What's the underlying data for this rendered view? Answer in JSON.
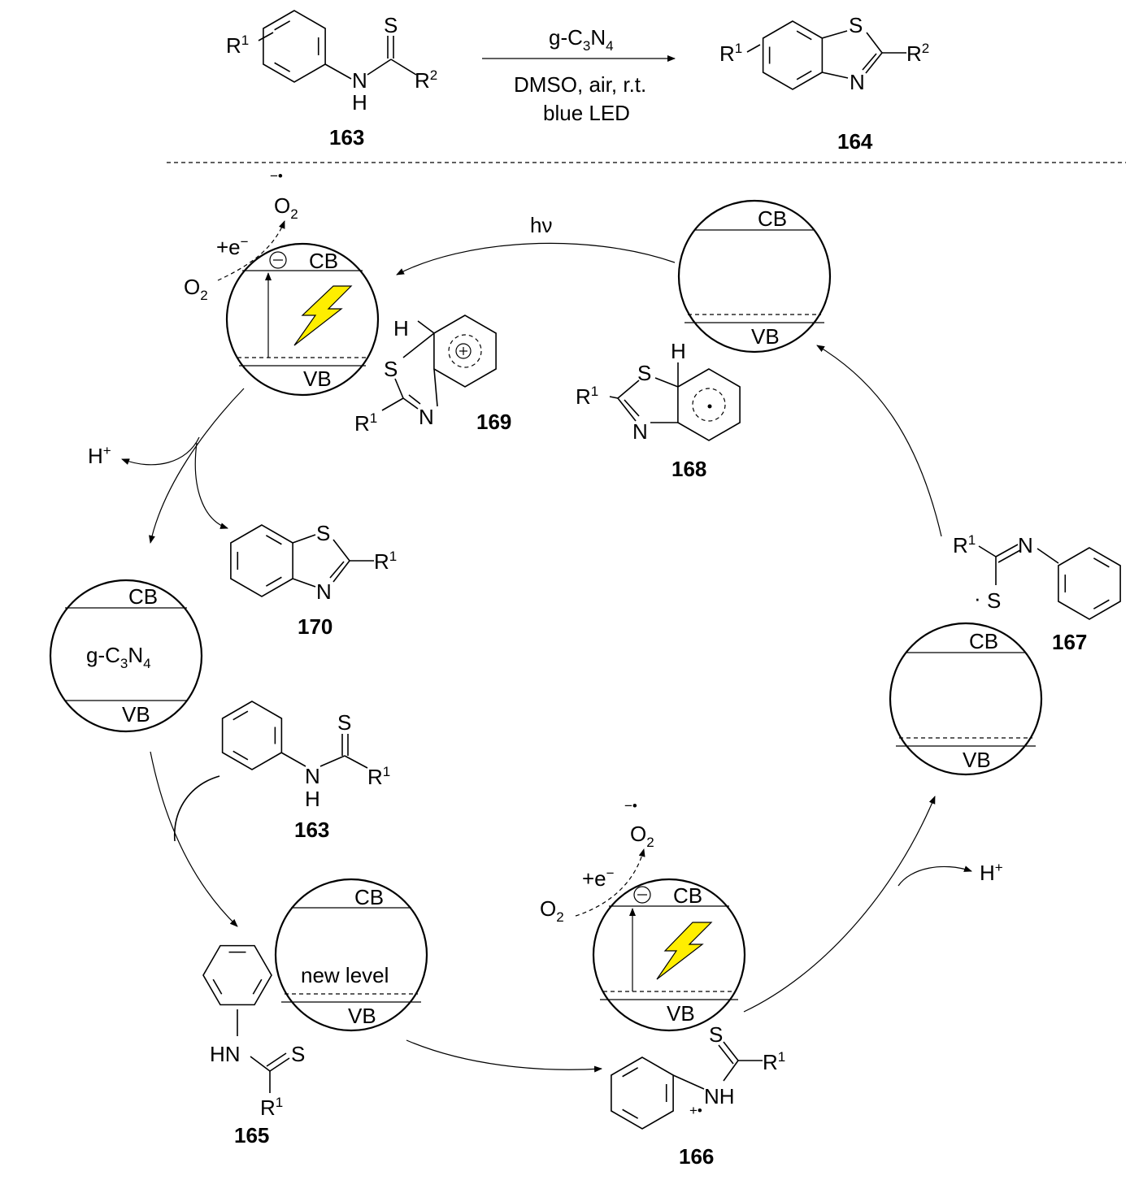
{
  "colors": {
    "lightning": "#FFEE00",
    "line": "#000000"
  },
  "R": "R",
  "one": "1",
  "two": "2",
  "S": "S",
  "N": "N",
  "H": "H",
  "HN": "HN",
  "NH": "NH",
  "top_reaction": {
    "reactant_label": "163",
    "product_label": "164",
    "conditions": {
      "cat_a": "g-C",
      "cat_b": "3",
      "cat_c": "N",
      "cat_d": "4",
      "line2": "DMSO, air, r.t.",
      "line3": "blue LED"
    }
  },
  "band": {
    "cb": "CB",
    "vb": "VB",
    "new_level": "new level",
    "catalyst_a": "g-C",
    "catalyst_b": "3",
    "catalyst_c": "N",
    "catalyst_d": "4"
  },
  "oxygen": {
    "o": "O",
    "sub": "2",
    "radical_anion_mark": "−•",
    "electron": "+e",
    "minus": "−"
  },
  "hv": "hν",
  "proton": {
    "h": "H",
    "plus": "+"
  },
  "radical_cation_mark": "+•",
  "dot": "·",
  "labels": {
    "c163": "163",
    "c165": "165",
    "c166": "166",
    "c167": "167",
    "c168": "168",
    "c169": "169",
    "c170": "170"
  }
}
